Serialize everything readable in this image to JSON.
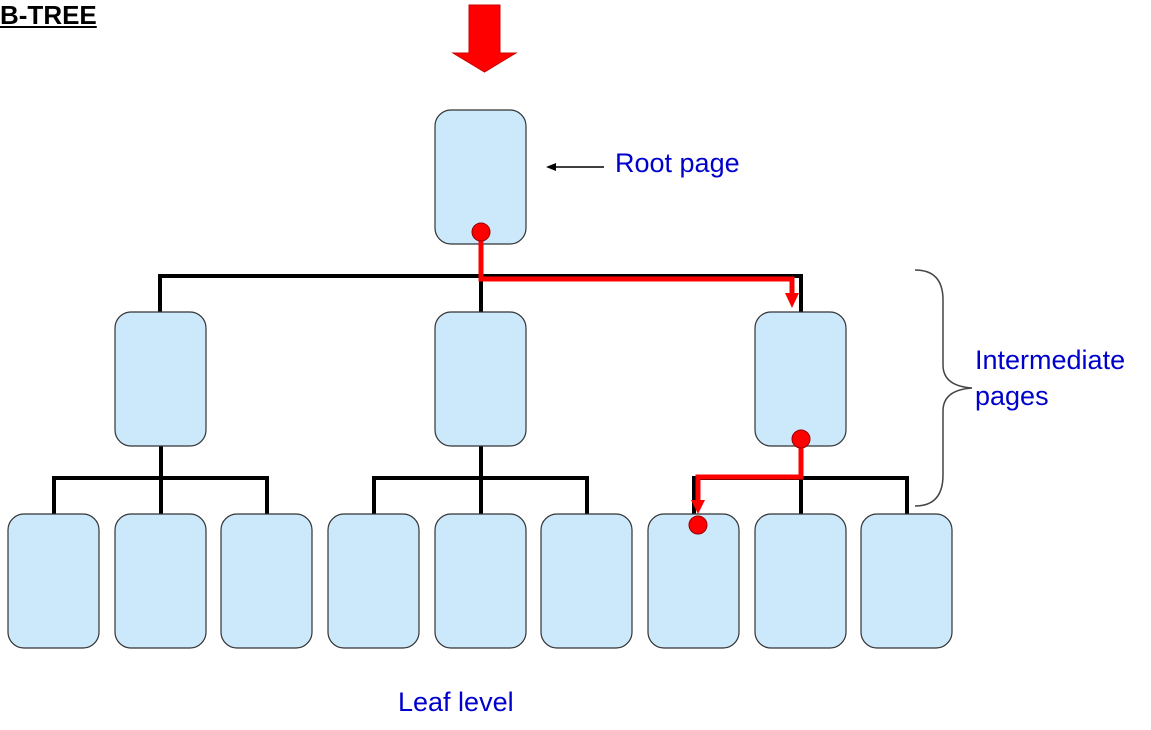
{
  "title": "B-TREE",
  "labels": {
    "root": "Root page",
    "intermediate_line1": "Intermediate",
    "intermediate_line2": "pages",
    "leaf": "Leaf level"
  },
  "colors": {
    "page_fill": "#cce9fc",
    "page_stroke": "#333333",
    "connector": "#000000",
    "path": "#ff0000",
    "label_text": "#0000cc"
  },
  "tree": {
    "root": {
      "id": "root",
      "search_path": true
    },
    "intermediate": [
      {
        "id": "int-1",
        "search_path": false
      },
      {
        "id": "int-2",
        "search_path": false
      },
      {
        "id": "int-3",
        "search_path": true
      }
    ],
    "leaves": [
      {
        "id": "leaf-1",
        "parent": "int-1",
        "search_path": false
      },
      {
        "id": "leaf-2",
        "parent": "int-1",
        "search_path": false
      },
      {
        "id": "leaf-3",
        "parent": "int-1",
        "search_path": false
      },
      {
        "id": "leaf-4",
        "parent": "int-2",
        "search_path": false
      },
      {
        "id": "leaf-5",
        "parent": "int-2",
        "search_path": false
      },
      {
        "id": "leaf-6",
        "parent": "int-2",
        "search_path": false
      },
      {
        "id": "leaf-7",
        "parent": "int-3",
        "search_path": true
      },
      {
        "id": "leaf-8",
        "parent": "int-3",
        "search_path": false
      },
      {
        "id": "leaf-9",
        "parent": "int-3",
        "search_path": false
      }
    ]
  }
}
